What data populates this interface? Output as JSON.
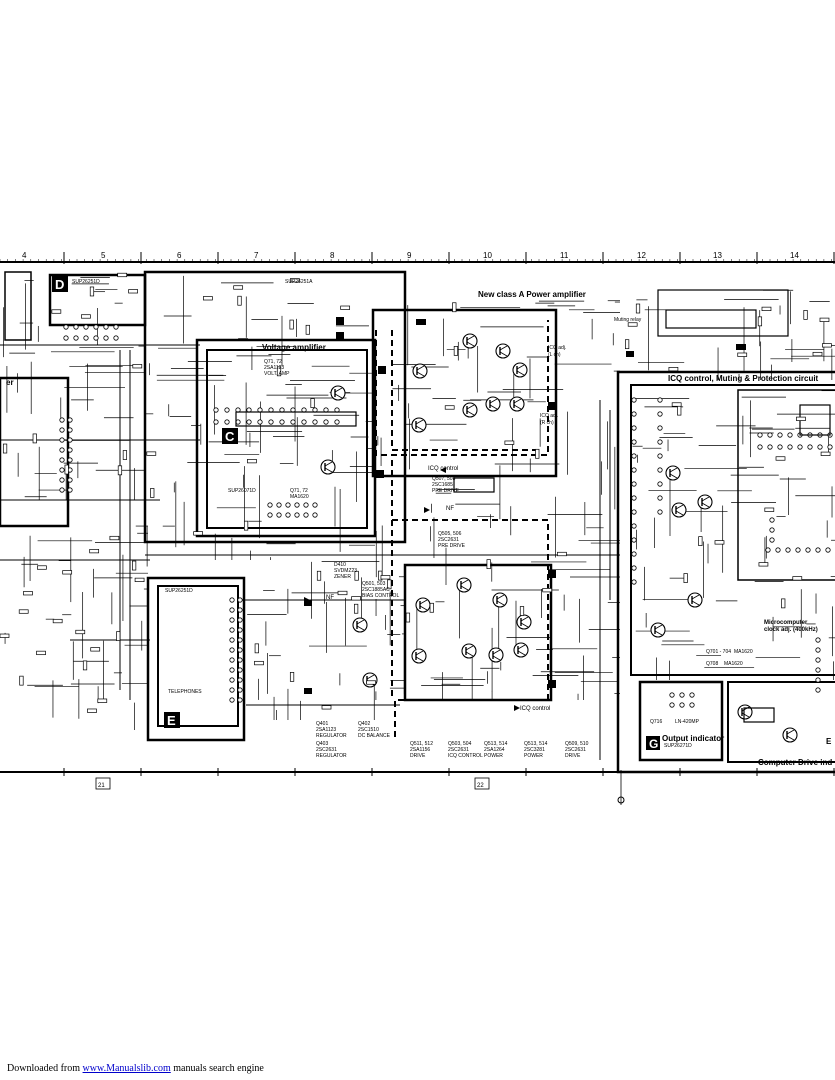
{
  "ruler": {
    "columns": [
      "4",
      "5",
      "6",
      "7",
      "8",
      "9",
      "10",
      "11",
      "12",
      "13",
      "14"
    ],
    "page_refs": [
      "21",
      "22"
    ]
  },
  "blocks": {
    "D": {
      "letter": "D",
      "part": "SUP26251D"
    },
    "C": {
      "letter": "C",
      "part": "SUP26071D",
      "title": "Voltage amplifier"
    },
    "E": {
      "letter": "E",
      "part": "SUP26251D"
    },
    "G": {
      "letter": "G",
      "part": "SUP26271D",
      "title": "Output indicator"
    }
  },
  "section_titles": {
    "power_amp": "New class A Power amplifier",
    "icq": "ICQ control, Muting & Protection circuit",
    "muting": "Muting relay",
    "microcomputer": "Microcomputer",
    "clock": "clock adj. (400kHz)",
    "computer_drive": "Computer Drive ind",
    "board": "SUP26251A",
    "icq_control_1": "ICQ control",
    "icq_control_2": "ICQ control",
    "nf_1": "NF",
    "nf_2": "NF",
    "icq_adj": [
      "ICQ adj.",
      "(L ch)",
      "ICQ adj.",
      "(R ch)"
    ],
    "telephones": "TELEPHONES",
    "speaker_partial": "er",
    "right_edge": "E"
  },
  "component_notes": {
    "q71": [
      "Q71, 72",
      "2SA1123",
      "VOLT. AMP"
    ],
    "q73": [
      "Q71, 72",
      "MA1620"
    ],
    "q401": [
      "Q401",
      "2SA1123",
      "REGULATOR"
    ],
    "q402": [
      "Q402",
      "2SC1510",
      "DC BALANCE"
    ],
    "q403": [
      "Q403",
      "2SC2631",
      "REGULATOR"
    ],
    "q501": [
      "Q501, 503",
      "2SC1885AC",
      "BIAS CONTROL"
    ],
    "q503": [
      "Q507, 508",
      "2SC1685",
      "PRE DRIVE"
    ],
    "q505": [
      "Q505, 506",
      "2SC2631",
      "PRE DRIVE"
    ],
    "d410": [
      "D410",
      "SVDMZ23",
      "ZENER"
    ],
    "bottom": [
      [
        "Q511, 512",
        "2SA1156",
        "DRIVE"
      ],
      [
        "Q503, 504",
        "2SC2631",
        "ICQ CONTROL"
      ],
      [
        "Q513, 514",
        "2SA1264",
        "POWER"
      ],
      [
        "Q513, 514",
        "2SC3281",
        "POWER"
      ],
      [
        "Q509, 510",
        "2SC2631",
        "DRIVE"
      ]
    ],
    "q716": [
      "Q716",
      "LN-420MP"
    ],
    "q701": [
      "Q701 - 704",
      "MA1620"
    ],
    "q708": [
      "Q708",
      "MA1620"
    ]
  },
  "footer": {
    "prefix": "Downloaded from",
    "link": "www.Manualslib.com",
    "suffix": "manuals search engine"
  }
}
